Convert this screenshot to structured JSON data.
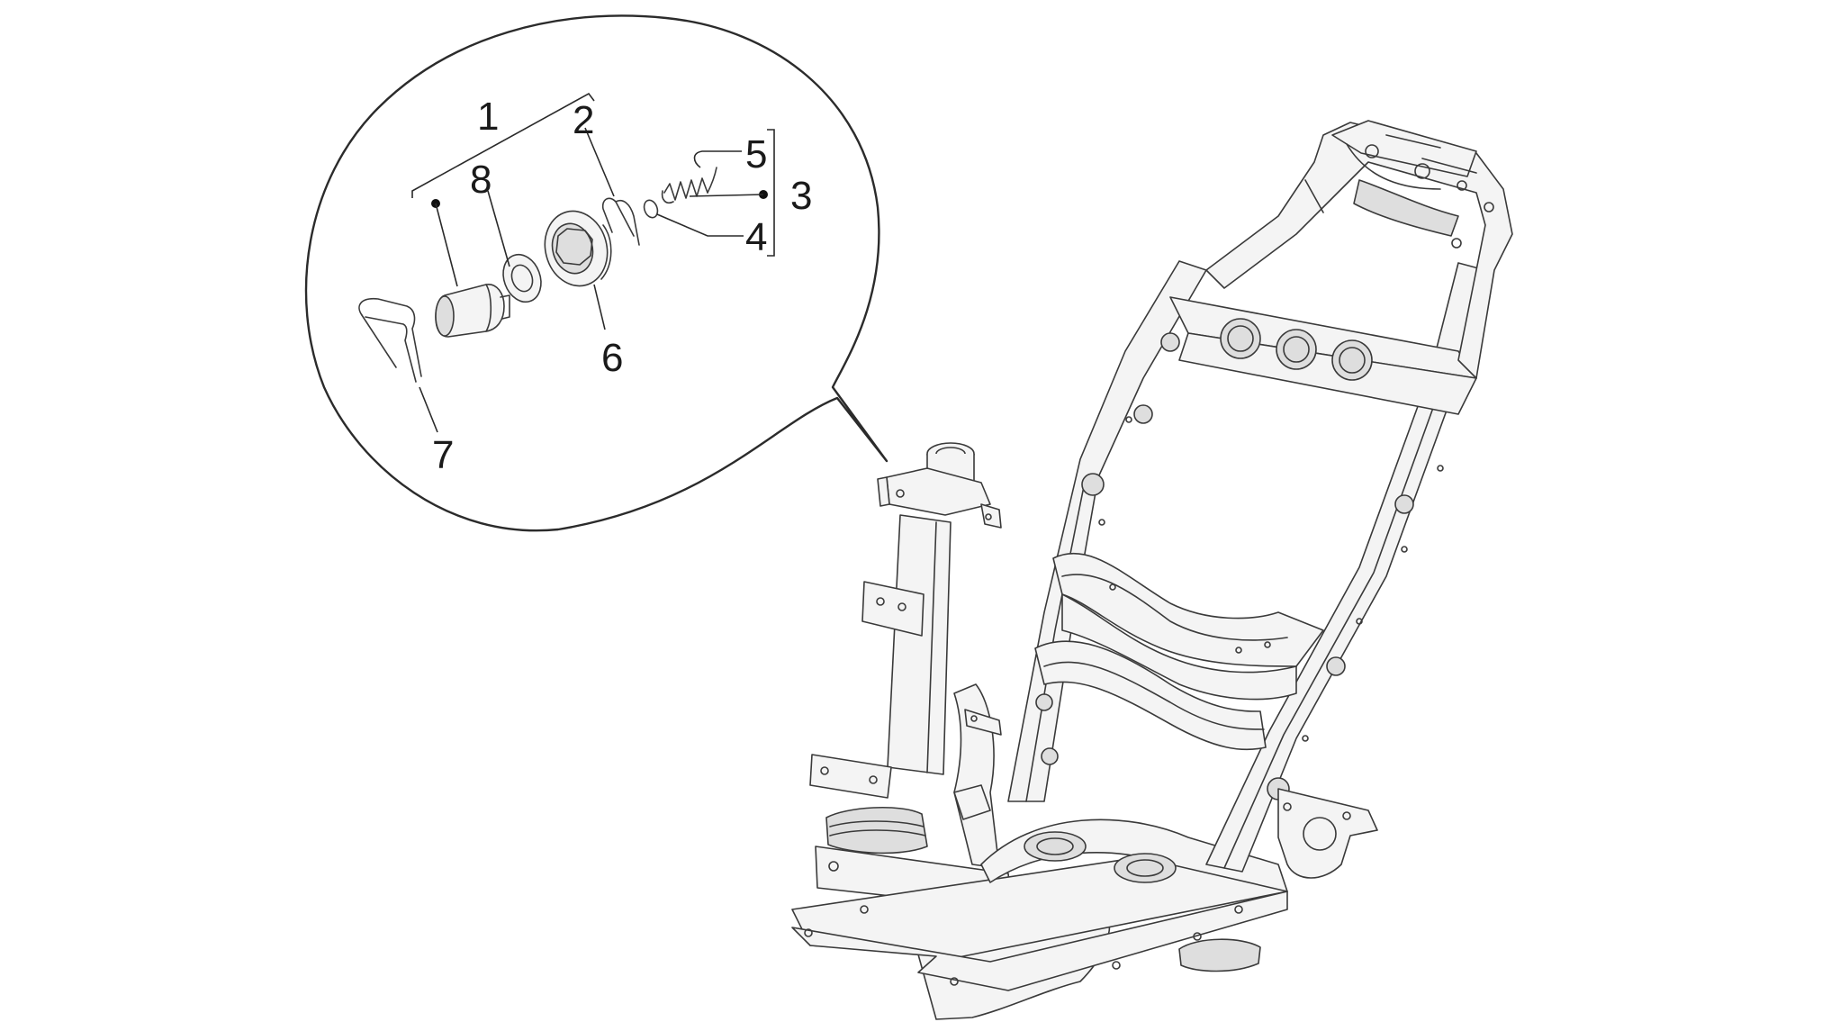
{
  "callouts": {
    "c1": "1",
    "c2": "2",
    "c3": "3",
    "c4": "4",
    "c5": "5",
    "c6": "6",
    "c7": "7",
    "c8": "8"
  },
  "colors": {
    "line": "#3a3a3a",
    "background": "#ffffff",
    "shade": "#dedede"
  }
}
